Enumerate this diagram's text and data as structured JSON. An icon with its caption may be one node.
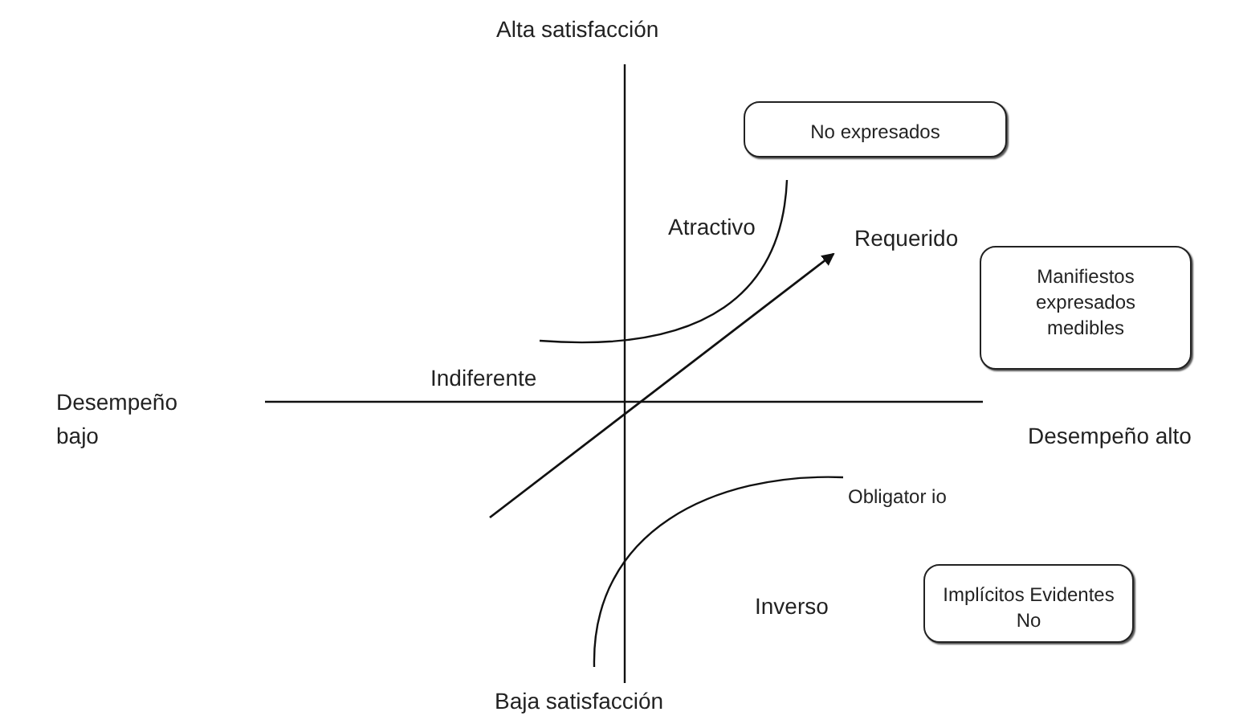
{
  "diagram": {
    "nodes": [
      {
        "text": [
          "No expresados"
        ]
      },
      {
        "text": [
          "Manifiestos expresados medibles"
        ]
      },
      {
        "text": [
          "Implícitos Evidentes No"
        ]
      }
    ],
    "labels": [
      "Alta satisfacción",
      "Atractivo",
      "Requerido",
      "Desempeño bajo",
      "Indiferente",
      "Desempeño alto",
      "Obligator io",
      "Inverso",
      "Baja satisfacción"
    ]
  }
}
